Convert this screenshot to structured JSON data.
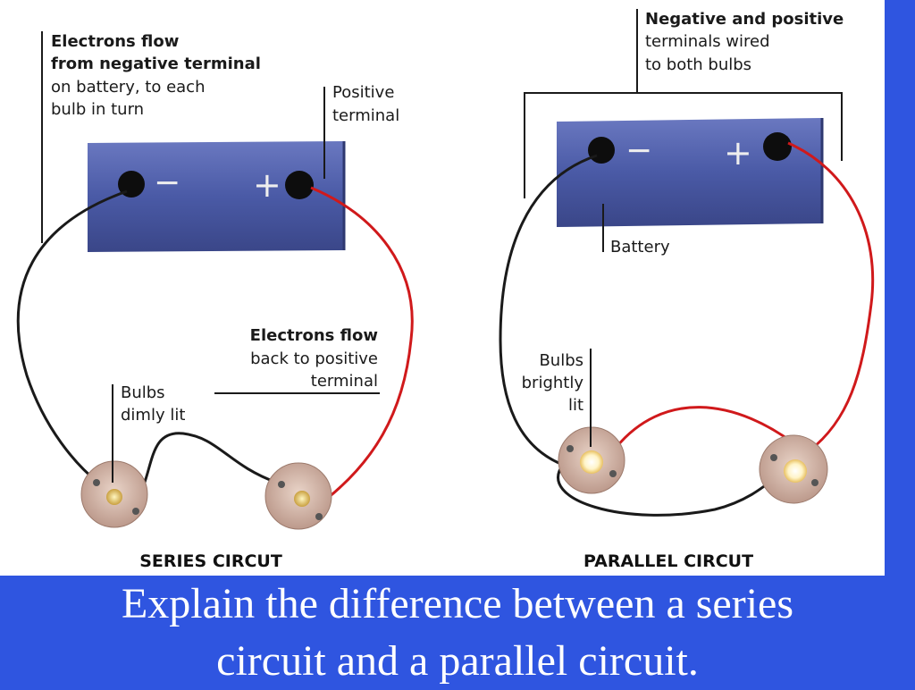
{
  "labels": {
    "electrons_flow_neg": [
      "Electrons flow",
      "from negative terminal",
      "on battery, to each",
      "bulb in turn"
    ],
    "positive_terminal": [
      "Positive",
      "terminal"
    ],
    "electrons_flow_back": [
      "Electrons flow",
      "back to positive",
      "terminal"
    ],
    "bulbs_dimly": [
      "Bulbs",
      "dimly lit"
    ],
    "neg_pos_wired": [
      "Negative and positive",
      "terminals wired",
      "to both bulbs"
    ],
    "battery": "Battery",
    "bulbs_brightly": [
      "Bulbs",
      "brightly",
      "lit"
    ]
  },
  "symbols": {
    "minus": "−",
    "plus": "+"
  },
  "captions": {
    "series": "SERIES CIRCUT",
    "parallel": "PARALLEL CIRCUT"
  },
  "question": [
    "Explain the difference between a series",
    "circuit and a parallel circuit."
  ],
  "colors": {
    "background": "#2f55e0",
    "battery": "#4a5aa6",
    "red_wire": "#d0191b",
    "black_wire": "#1a1a1a"
  }
}
